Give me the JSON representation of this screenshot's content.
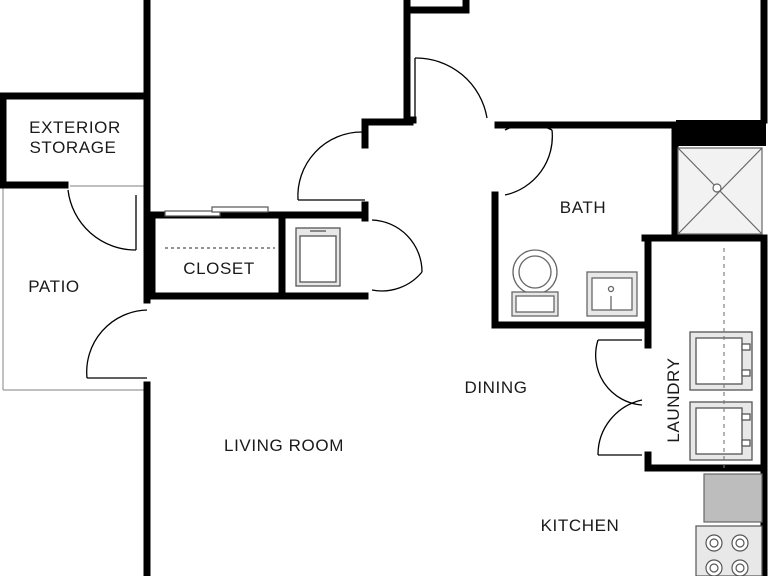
{
  "rooms": {
    "exterior_storage_line1": "EXTERIOR",
    "exterior_storage_line2": "STORAGE",
    "patio": "PATIO",
    "closet": "CLOSET",
    "bath": "BATH",
    "dining": "DINING",
    "laundry": "LAUNDRY",
    "living_room": "LIVING ROOM",
    "kitchen": "KITCHEN"
  },
  "colors": {
    "wall": "#000000",
    "fixture_stroke": "#555555",
    "fixture_fill": "#e8e8e8",
    "shower_fill": "#f2f2f2",
    "counter_fill": "#bdbdbd",
    "room_fill": "#ffffff",
    "label": "#1a1a1a"
  }
}
